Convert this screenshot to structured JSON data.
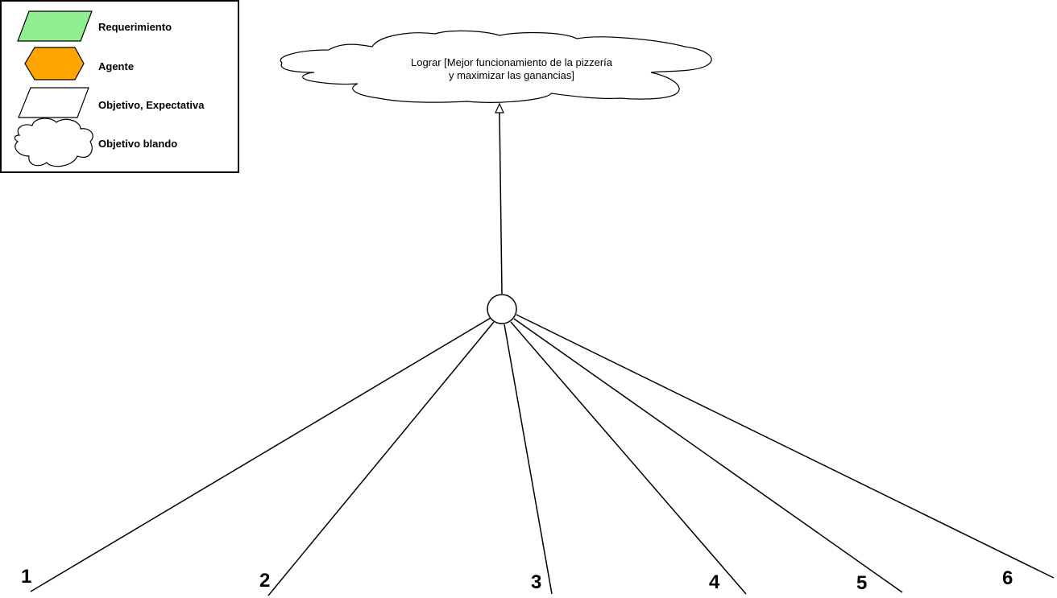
{
  "legend": {
    "items": [
      {
        "label": "Requerimiento",
        "shape": "parallelogram",
        "color": "#90EE90"
      },
      {
        "label": "Agente",
        "shape": "hexagon",
        "color": "#FFA500"
      },
      {
        "label": "Objetivo, Expectativa",
        "shape": "parallelogram",
        "color": "#FFFFFF"
      },
      {
        "label": "Objetivo blando",
        "shape": "cloud",
        "color": "#FFFFFF"
      }
    ]
  },
  "goal": {
    "line1": "Lograr [Mejor funcionamiento de la pizzería",
    "line2": "y maximizar las ganancias]"
  },
  "refinement_node": {
    "shape": "circle"
  },
  "branches": [
    {
      "label": "1"
    },
    {
      "label": "2"
    },
    {
      "label": "3"
    },
    {
      "label": "4"
    },
    {
      "label": "5"
    },
    {
      "label": "6"
    }
  ],
  "colors": {
    "stroke": "#000000",
    "background": "#FFFFFF",
    "requirement_fill": "#90EE90",
    "agent_fill": "#FFA500"
  }
}
